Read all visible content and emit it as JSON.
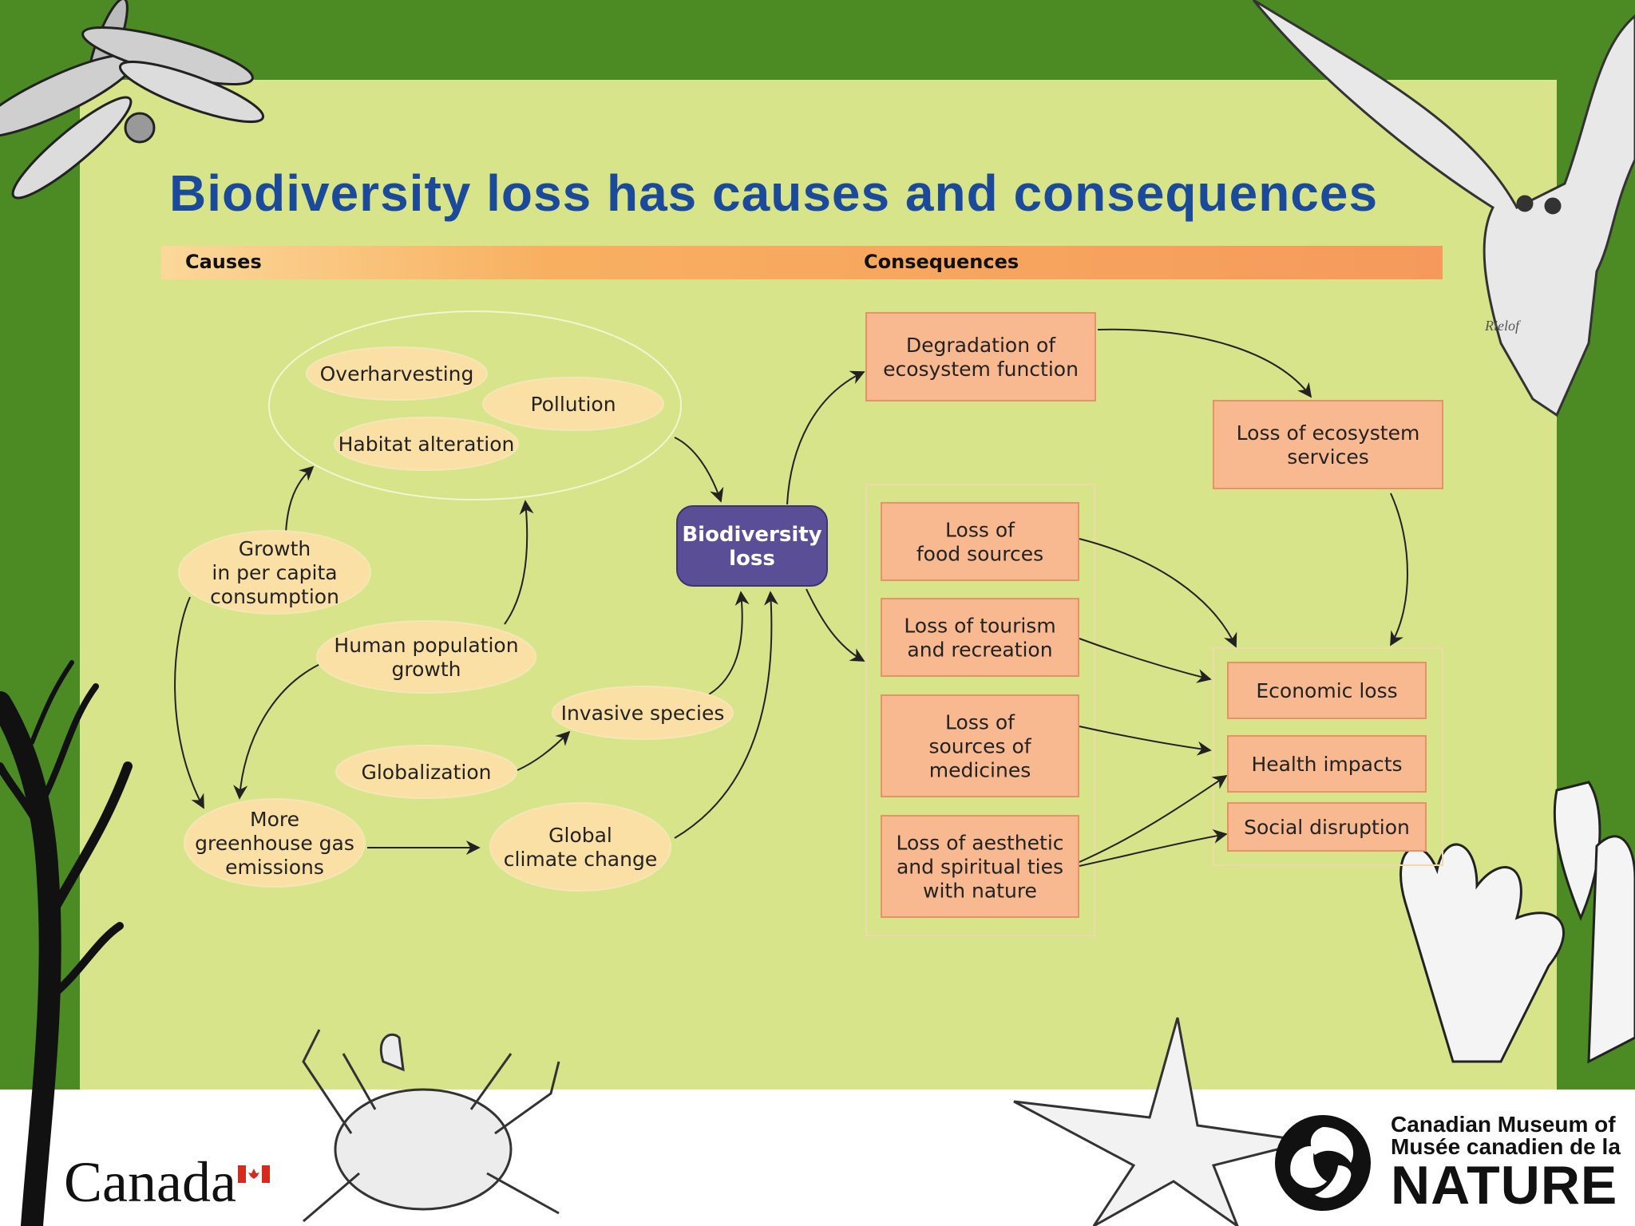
{
  "title": "Biodiversity loss has causes and consequences",
  "band": {
    "left": "Causes",
    "right": "Consequences"
  },
  "center": {
    "lines": [
      "Biodiversity",
      "loss"
    ]
  },
  "causes": {
    "overharvesting": [
      "Overharvesting"
    ],
    "pollution": [
      "Pollution"
    ],
    "habitat": [
      "Habitat alteration"
    ],
    "growth": [
      "Growth",
      "in per capita",
      "consumption"
    ],
    "population": [
      "Human population",
      "growth"
    ],
    "invasive": [
      "Invasive species"
    ],
    "globalization": [
      "Globalization"
    ],
    "greenhouse": [
      "More",
      "greenhouse gas",
      "emissions"
    ],
    "climate": [
      "Global",
      "climate change"
    ]
  },
  "consequences": {
    "degradation": [
      "Degradation of",
      "ecosystem function"
    ],
    "services": [
      "Loss of ecosystem",
      "services"
    ],
    "food": [
      "Loss of",
      "food sources"
    ],
    "tourism": [
      "Loss of tourism",
      "and recreation"
    ],
    "medicines": [
      "Loss of",
      "sources of",
      "medicines"
    ],
    "aesthetic": [
      "Loss of aesthetic",
      "and spiritual ties",
      "with nature"
    ],
    "economic": [
      "Economic loss"
    ],
    "health": [
      "Health impacts"
    ],
    "social": [
      "Social disruption"
    ]
  },
  "footer": {
    "canada": "Canada",
    "museum_line1": "Canadian Museum of",
    "museum_line2": "Musée canadien de la",
    "museum_line3": "NATURE"
  },
  "signature": "Rielof",
  "colors": {
    "background_green": "#4c8a24",
    "panel": "#d8e48a",
    "title": "#1b4a9b",
    "cause_fill": "#fbe0a6",
    "consequence_fill": "#f8b990",
    "consequence_border": "#e79168",
    "center_fill": "#5a4f96"
  },
  "icons": [
    "dragonfly-illustration",
    "owl-illustration",
    "tree-silhouette",
    "crab-illustration",
    "starfish-illustration",
    "flower-illustration",
    "canada-flag-icon",
    "museum-logo-icon"
  ]
}
